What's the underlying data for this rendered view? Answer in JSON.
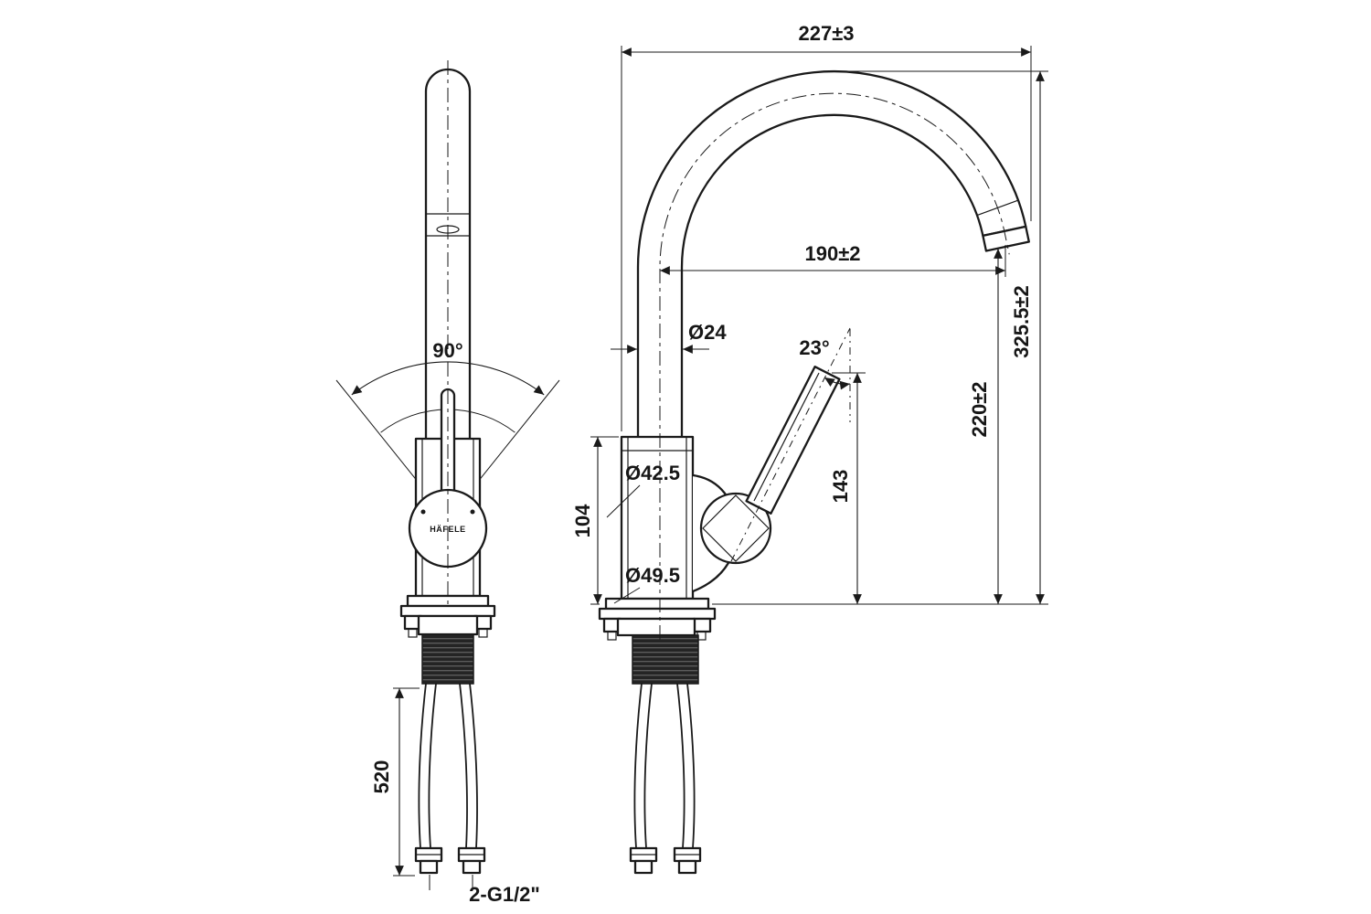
{
  "views": {
    "left": {
      "swivel_angle": "90°",
      "brand": "HÄFELE",
      "hose_length": "520",
      "thread_size": "2-G1/2\""
    },
    "right": {
      "top_width": "227±3",
      "spout_reach": "190±2",
      "spout_diameter": "Ø24",
      "handle_angle": "23°",
      "total_height": "325.5±2",
      "outlet_height": "220±2",
      "handle_top_height": "143",
      "body_height": "104",
      "body_diameter_upper": "Ø42.5",
      "base_diameter": "Ø49.5"
    }
  },
  "colors": {
    "line": "#1a1a1a",
    "background": "#ffffff"
  }
}
